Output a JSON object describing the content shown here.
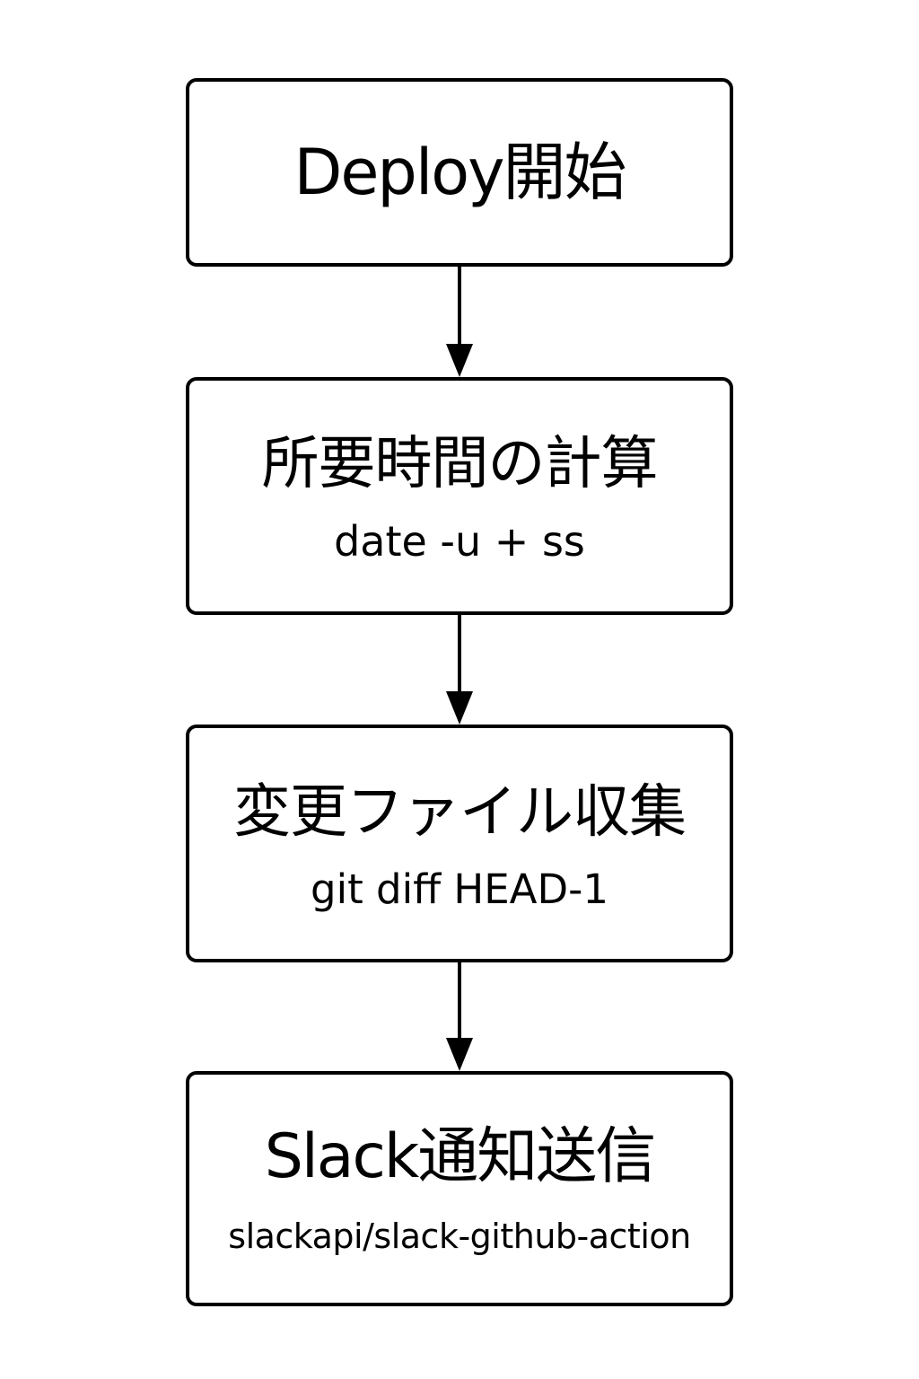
{
  "steps": [
    {
      "title": "Deploy開始",
      "command": ""
    },
    {
      "title": "所要時間の計算",
      "command": "date -u  + ss"
    },
    {
      "title": "変更ファイル収集",
      "command": "git diff HEAD-1"
    },
    {
      "title": "Slack通知送信",
      "command": "slackapi/slack-github-action"
    }
  ],
  "colors": {
    "stroke": "#000000",
    "background": "#ffffff"
  }
}
